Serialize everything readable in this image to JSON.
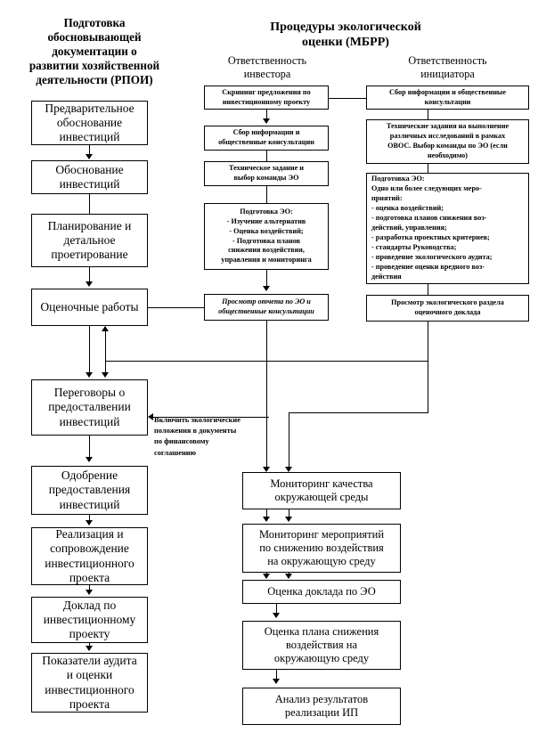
{
  "headers": {
    "left_title": "Подготовка\nобосновывающей\nдокументации о\nразвитии хозяйственной\nдеятельности (РПОИ)",
    "right_title": "Процедуры экологической\nоценки (МБРР)",
    "col_investor": "Ответственность\nинвестора",
    "col_initiator": "Ответственность\nинициатора"
  },
  "left_column": {
    "items": [
      {
        "id": "prelim-justification",
        "text": "Предварительное\nобоснование\nинвестиций"
      },
      {
        "id": "justification",
        "text": "Обоснование\nинвестиций"
      },
      {
        "id": "planning-design",
        "text": "Планирование и\nдетальное\nпроетирование"
      },
      {
        "id": "appraisal-works",
        "text": "Оценочные работы"
      },
      {
        "id": "negotiations",
        "text": "Переговоры о\nпредосталвении\nинвестиций"
      },
      {
        "id": "approval",
        "text": "Одобрение\nпредоставления\nинвестиций"
      },
      {
        "id": "implementation",
        "text": "Реализация и\nсопровождение\nинвестиционного\nпроекта"
      },
      {
        "id": "report",
        "text": "Доклад по\nинвестиционному\nпроекту"
      },
      {
        "id": "audit-indicators",
        "text": "Показатели аудита\nи оценки\nинвестиционного\nпроекта"
      }
    ]
  },
  "investor_column": {
    "items": [
      {
        "id": "screening",
        "text": "Скрининг предложения по\nинвестиционному проекту"
      },
      {
        "id": "info-consultations",
        "text": "Сбор информации и\nобщественные консультации"
      },
      {
        "id": "tor-team",
        "text": "Техническое задание и\nвыбор команды ЭО"
      },
      {
        "id": "ea-preparation",
        "text": "Подготовка ЭО:\n- Изучение альтернатив\n- Оценка воздействий;\n- Подготовка планов\nснижения воздействия,\nуправления и мониторинга"
      },
      {
        "id": "ea-report-review",
        "text": "Просмотр отчета по ЭО и\nобщественные консультации"
      }
    ]
  },
  "initiator_column": {
    "items": [
      {
        "id": "info-collection",
        "text": "Сбор информации и общественные\nконсультации"
      },
      {
        "id": "tor-studies",
        "text": "Технические задания на выполнение\nразличных исследований в рамках\nОВОС. Выбор команды по ЭО (если\nнеобходимо)"
      },
      {
        "id": "ea-preparation-right",
        "text": "Подготовка ЭО:\nОдно или более следующих меро-\nприятий:\n- оценка воздействий;\n- подготовка планов снижения воз-\nдействий, управления;\n- разработка проектных критериев;\n- стандарты Руководства;\n- проведение экологического аудита;\n- проведение оценки вредного воз-\nдействия"
      },
      {
        "id": "eco-section-review",
        "text": "Просмотр экологического раздела\nоценочного доклада"
      }
    ]
  },
  "bottom_column": {
    "items": [
      {
        "id": "env-quality-monitoring",
        "text": "Мониторинг качества\nокружающей среды"
      },
      {
        "id": "mitigation-monitoring",
        "text": "Мониторинг мероприятий\nпо снижению воздействия\nна окружающую среду"
      },
      {
        "id": "ea-report-assessment",
        "text": "Оценка доклада по ЭО"
      },
      {
        "id": "mitigation-plan-assessment",
        "text": "Оценка плана снижения\nвоздействия на\nокружающую среду"
      },
      {
        "id": "results-analysis",
        "text": "Анализ результатов\nреализации ИП"
      }
    ]
  },
  "annotations": {
    "financial_agreement_note": "Включить экологические\nположения в документы\nпо финансовому\nсоглашению"
  },
  "colors": {
    "line": "#000000",
    "background": "#ffffff",
    "text": "#000000"
  }
}
